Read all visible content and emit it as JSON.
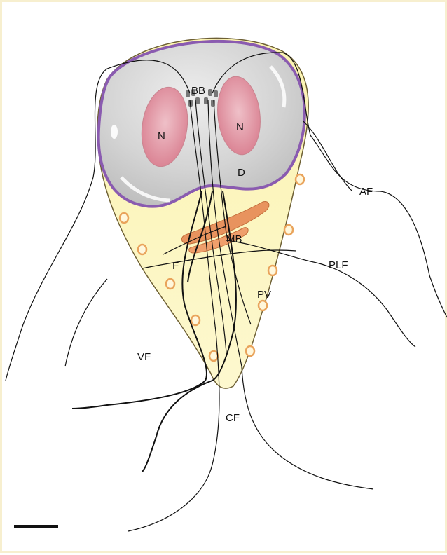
{
  "labels": {
    "bb": "BB",
    "n_left": "N",
    "n_right": "N",
    "d": "D",
    "af": "AF",
    "mb": "MB",
    "plf": "PLF",
    "f": "F",
    "pv": "PV",
    "vf": "VF",
    "cf": "CF"
  },
  "colors": {
    "frame_border": "#f7efcf",
    "cell_body": "#fbf4b8",
    "cell_outline": "#7a6a3a",
    "disc_fill": "#d8d8d8",
    "disc_rim": "#8a5bb0",
    "nucleus": "#e39aa8",
    "median_body": "#e8935e",
    "vesicle": "#f2b06b",
    "flagellum": "#111111"
  }
}
